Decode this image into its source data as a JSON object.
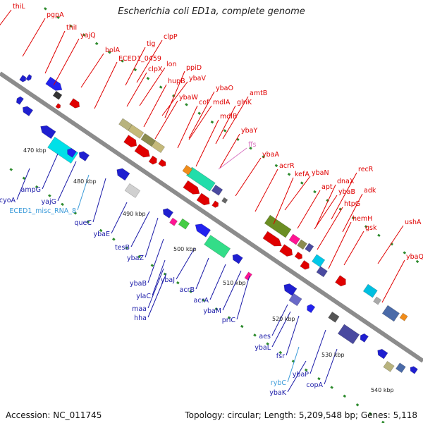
{
  "title": "Escherichia coli ED1a, complete genome",
  "footer": {
    "accession": "Accession: NC_011745",
    "summary": "Topology: circular; Length: 5,209,548 bp; Genes: 5,118"
  },
  "colors": {
    "backbone": "#8c8c8c",
    "tick": "#2e8b2e",
    "label_top": "#e00000",
    "label_bottom": "#1a1aa8",
    "label_rna": "#3a9ad9",
    "label_misc": "#d977c2"
  },
  "scale_labels": [
    "470 kbp",
    "480 kbp",
    "490 kbp",
    "500 kbp",
    "510 kbp",
    "520 kbp",
    "530 kbp",
    "540 kbp"
  ],
  "genes_top": [
    "thiL",
    "pgpA",
    "thiI",
    "yajQ",
    "bolA",
    "tig",
    "clpP",
    "ECED1_0459",
    "clpX",
    "lon",
    "hupB",
    "ppiD",
    "ybaV",
    "ybaW",
    "cof",
    "ybaO",
    "mdlA",
    "glnK",
    "amtB",
    "mdlB",
    "ybaY",
    "ybaA",
    "acrR",
    "kefA",
    "ybaN",
    "apt",
    "dnaX",
    "recR",
    "ybaB",
    "adk",
    "htpG",
    "hemH",
    "gsk",
    "ushA",
    "ybaQ"
  ],
  "genes_misc": [
    "ffs"
  ],
  "genes_bottom": [
    "cyoA",
    "ampG",
    "yajG",
    "queC",
    "ybaE",
    "tesB",
    "ybaZ",
    "ybaB",
    "ybaJ",
    "ylaC",
    "maa",
    "hha",
    "acrB",
    "acrA",
    "ybaM",
    "priC",
    "aes",
    "ybaL",
    "fsr",
    "ybaP",
    "ybaK",
    "copA"
  ],
  "genes_rna": [
    "ECED1_misc_RNA_8",
    "rybC"
  ]
}
